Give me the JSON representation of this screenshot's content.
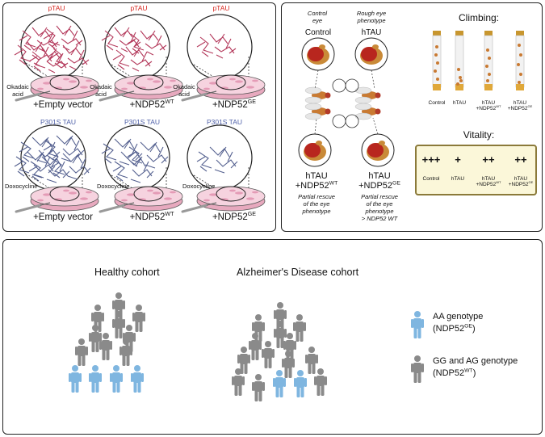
{
  "cell_panel": {
    "row1": {
      "protein_label": "pTAU",
      "treatment": "Okadaic\nacid",
      "conditions": [
        {
          "main": "+Empty vector",
          "sup": ""
        },
        {
          "main": "+NDP52",
          "sup": "WT"
        },
        {
          "main": "+NDP52",
          "sup": "GE"
        }
      ]
    },
    "row2": {
      "protein_label": "P301S TAU",
      "treatment": "Doxocycline",
      "conditions": [
        {
          "main": "+Empty vector",
          "sup": ""
        },
        {
          "main": "+NDP52",
          "sup": "WT"
        },
        {
          "main": "+NDP52",
          "sup": "GE"
        }
      ]
    }
  },
  "fly_panel": {
    "control_eye_caption": "Control\neye",
    "rough_eye_caption": "Rough eye\nphenotype",
    "control_label": "Control",
    "htau_label": "hTAU",
    "bottom_left": {
      "line1": "hTAU",
      "line2": "+NDP52",
      "sup": "WT",
      "note": "Partial rescue\nof the eye\nphenotype"
    },
    "bottom_right": {
      "line1": "hTAU",
      "line2": "+NDP52",
      "sup": "GE",
      "note": "Partial rescue\nof the eye\nphenotype\n> NDP52 WT"
    },
    "climbing_title": "Climbing:",
    "vitality_title": "Vitality:",
    "groups": [
      {
        "line1": "Control",
        "line2": "",
        "sup": ""
      },
      {
        "line1": "hTAU",
        "line2": "",
        "sup": ""
      },
      {
        "line1": "hTAU",
        "line2": "+NDP52",
        "sup": "WT"
      },
      {
        "line1": "hTAU",
        "line2": "+NDP52",
        "sup": "GE"
      }
    ],
    "vitality_scores": [
      "+++",
      "+",
      "++",
      "++"
    ]
  },
  "cohort_panel": {
    "healthy_title": "Healthy cohort",
    "ad_title": "Alzheimer's Disease cohort",
    "legend": [
      {
        "line1": "AA genotype",
        "line2": "(NDP52",
        "sup": "GE",
        "tail": ")",
        "color": "#7fb6e0"
      },
      {
        "line1": "GG and AG genotype",
        "line2": "(NDP52",
        "sup": "WT",
        "tail": ")",
        "color": "#8a8a8a"
      }
    ]
  },
  "colors": {
    "ptau": "#d7261e",
    "p301s": "#4d5fa8",
    "person_gray": "#8a8a8a",
    "person_blue": "#7fb6e0",
    "dish_pink": "#f3c9d6",
    "fly_body": "#d08a3c"
  }
}
